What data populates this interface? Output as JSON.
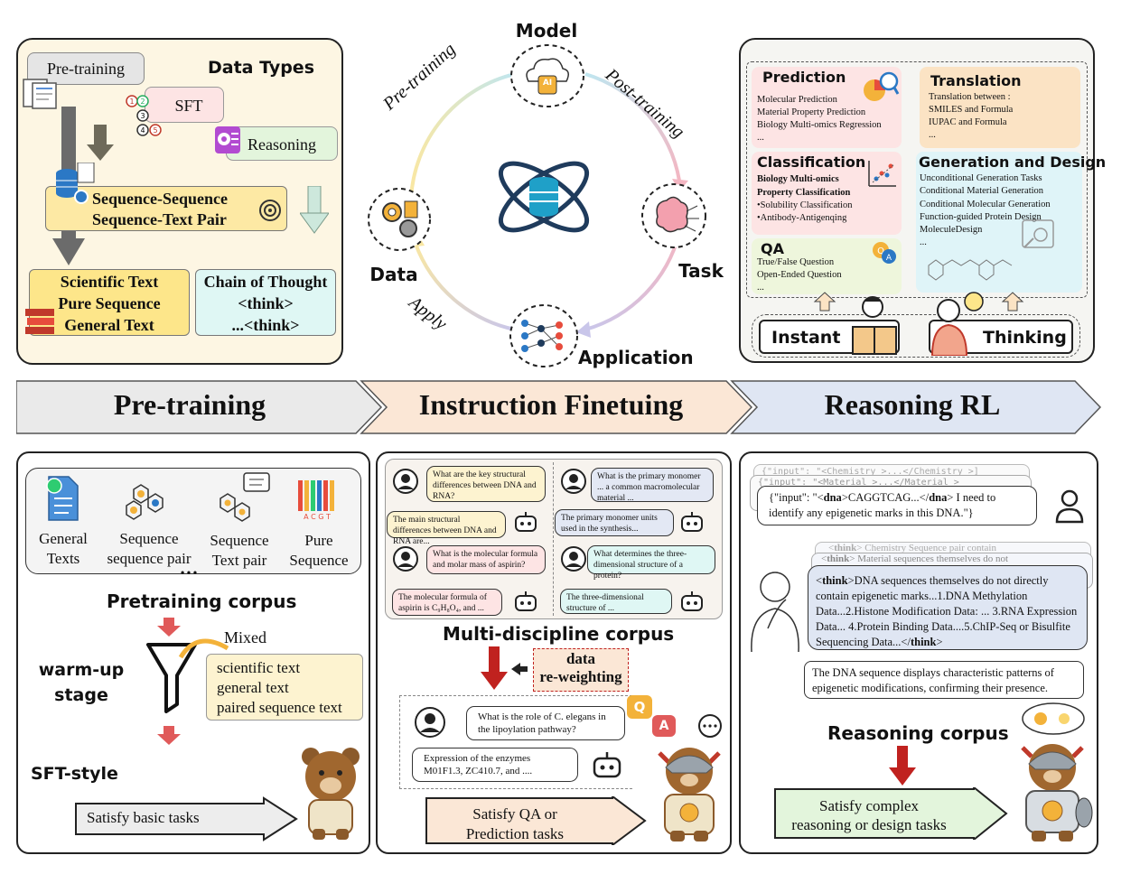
{
  "top_left": {
    "pretraining_tag": "Pre-training",
    "data_types_title": "Data Types",
    "sft_tag": "SFT",
    "reasoning_tag": "Reasoning",
    "pair_line1": "Sequence-Sequence",
    "pair_line2": "Sequence-Text Pair",
    "left_box": [
      "Scientific Text",
      "Pure Sequence",
      "General Text"
    ],
    "cot_box": [
      "Chain of Thought",
      "<think>",
      "...<think>"
    ]
  },
  "cycle": {
    "model": "Model",
    "task": "Task",
    "application": "Application",
    "data": "Data",
    "arc_pretraining": "Pre-training",
    "arc_posttraining": "Post-training",
    "arc_apply": "Apply",
    "model_chip": "AI"
  },
  "top_right": {
    "prediction_title": "Prediction",
    "prediction_items": [
      "Molecular Prediction",
      "Material Property Prediction",
      "Biology Multi-omics Regression",
      "..."
    ],
    "translation_title": "Translation",
    "translation_items": [
      "Translation between :",
      "SMILES and Formula",
      "IUPAC and Formula",
      "..."
    ],
    "classification_title": "Classification",
    "classification_items": [
      "Biology Multi-omics",
      "Property Classification",
      "•Solubility Classification",
      "•Antibody-Antigenqing"
    ],
    "generation_title": "Generation and Design",
    "generation_items": [
      "Unconditional Generation Tasks",
      "Conditional Material Generation",
      "Conditional Molecular Generation",
      "Function-guided Protein Design",
      "MoleculeDesign",
      "..."
    ],
    "qa_title": "QA",
    "qa_items": [
      "True/False Question",
      "Open-Ended Question",
      "..."
    ],
    "instant_label": "Instant",
    "thinking_label": "Thinking"
  },
  "stages": [
    "Pre-training",
    "Instruction Finetuing",
    "Reasoning RL"
  ],
  "bottom_left": {
    "items": [
      {
        "label": "General\nTexts"
      },
      {
        "label": "Sequence\nsequence pair"
      },
      {
        "label": "Sequence\nText pair"
      },
      {
        "label": "Pure\nSequence"
      }
    ],
    "dots": "•••",
    "corpus_title": "Pretraining corpus",
    "warmup_label": "warm-up\nstage",
    "mixed_label": "Mixed",
    "mixed_items": [
      "scientific text",
      "general text",
      "paired sequence text"
    ],
    "sft_style": "SFT-style",
    "satisfy": "Satisfy basic tasks",
    "dna_letters": "A C G T"
  },
  "bottom_middle": {
    "chats": [
      {
        "q": "What are the key structural differences between DNA and RNA?",
        "a": "The main structural differences between DNA and RNA are..."
      },
      {
        "q": "What is the primary monomer ... a common macromolecular material ...",
        "a": "The primary monomer units used in the synthesis..."
      },
      {
        "q": "What is the molecular formula and molar mass of aspirin?",
        "a": "The molecular formula of aspirin is C₉H₈O₄, and ..."
      },
      {
        "q": "What determines the three-dimensional structure of a protein?",
        "a": "The three-dimensional structure of ..."
      }
    ],
    "corpus_title": "Multi-discipline corpus",
    "reweight": [
      "data",
      "re-weighting"
    ],
    "example_q": "What is the role of C. elegans in the lipoylation pathway?",
    "example_a": "Expression of the enzymes M01F1.3, ZC410.7, and ....",
    "q_badge": "Q",
    "a_badge": "A",
    "satisfy": [
      "Satisfy QA or",
      "Prediction  tasks"
    ]
  },
  "bottom_right": {
    "stack_back1": "{\"input\": \"<Chemistry >...</Chemistry >]",
    "stack_back2": "{\"input\": \"<Material >...</Material >",
    "input_pre": "{\"input\": \"<",
    "input_tag": "dna",
    "input_mid": ">CAGGTCAG...</",
    "input_post": "> I need to identify any epigenetic marks in this DNA.\"}",
    "think_back1_tag": "think",
    "think_back1_text": "> Chemistry Sequence pair contain",
    "think_back2_text": "> Material sequences themselves do not",
    "think_tag": "think",
    "think_text1": ">DNA sequences themselves do not directly contain epigenetic marks...1.DNA Methylation Data...2.Histone Modification Data: ... 3.RNA Expression Data... 4.Protein Binding Data....5.ChIP-Seq or Bisulfite Sequencing Data...</",
    "think_text2": ">",
    "answer": "The DNA sequence displays characteristic patterns of epigenetic modifications, confirming their presence.",
    "corpus_title": "Reasoning corpus",
    "satisfy": [
      "Satisfy complex",
      "reasoning or design tasks"
    ]
  },
  "colors": {
    "tl_bg": "#fdf6e3",
    "yellow_box": "#fde68a",
    "cyan_box": "#dff7f4",
    "pink_box": "#fde4e4",
    "stage1": "#eaeaea",
    "stage2": "#fbe7d6",
    "stage3": "#dfe6f3"
  }
}
